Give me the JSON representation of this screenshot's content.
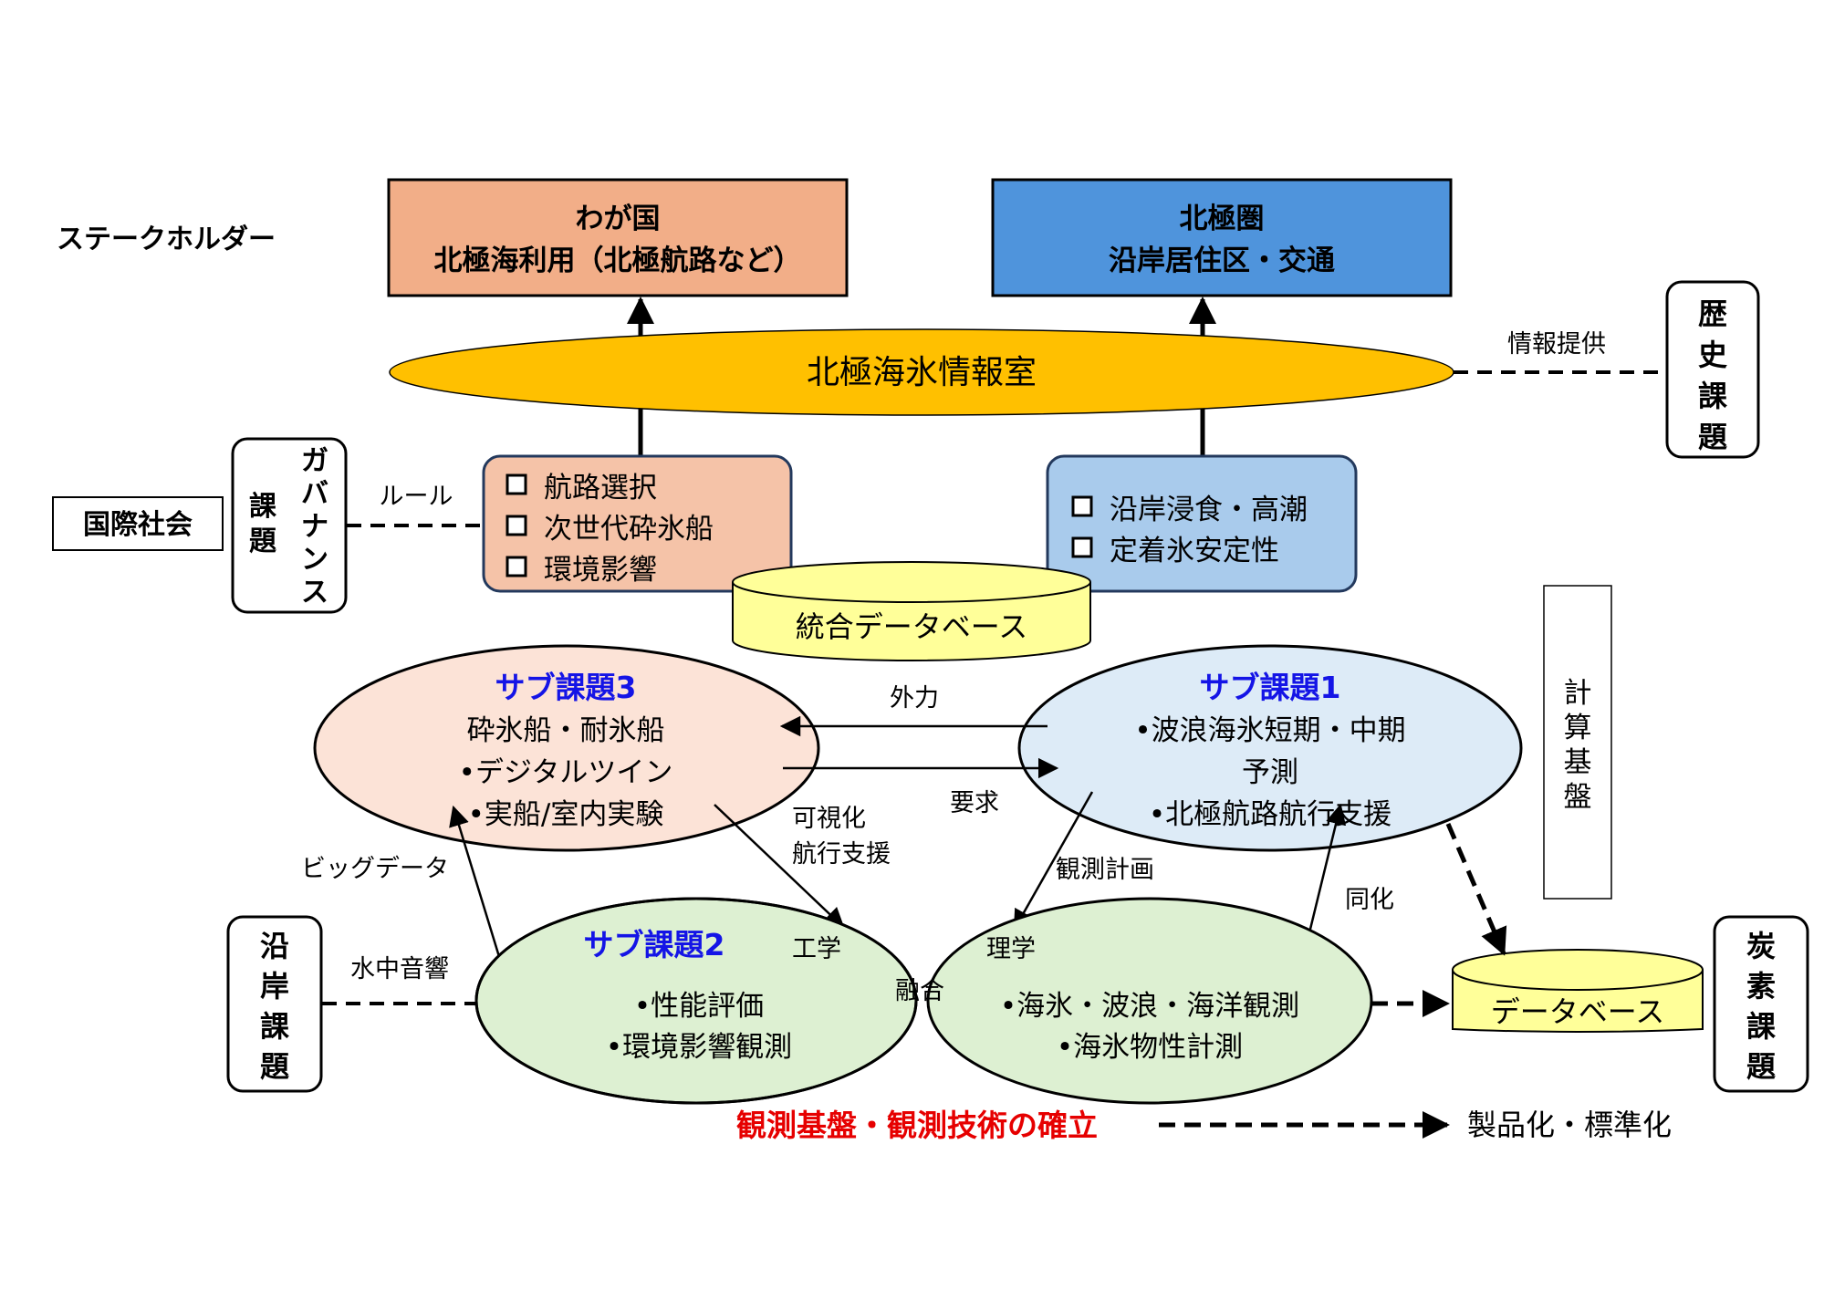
{
  "stakeholder_label": "ステークホルダー",
  "top_left_box": {
    "line1": "わが国",
    "line2": "北極海利用（北極航路など）"
  },
  "top_right_box": {
    "line1": "北極圏",
    "line2": "沿岸居住区・交通"
  },
  "center_ellipse": "北極海氷情報室",
  "info_provision": "情報提供",
  "history_box": [
    "歴",
    "史",
    "課",
    "題"
  ],
  "international_society": "国際社会",
  "governance_box": {
    "col_right": [
      "ガ",
      "バ",
      "ナ",
      "ン",
      "ス"
    ],
    "col_left": [
      "課",
      "題"
    ]
  },
  "rule_label": "ルール",
  "left_task_box": {
    "items": [
      "航路選択",
      "次世代砕氷船",
      "環境影響"
    ]
  },
  "right_task_box": {
    "items": [
      "沿岸浸食・高潮",
      "定着氷安定性"
    ]
  },
  "checkbox_icon": "square-checkbox-icon",
  "integrated_database": "統合データベース",
  "computing_infrastructure": [
    "計",
    "算",
    "基",
    "盤"
  ],
  "sub3": {
    "title": "サブ課題3",
    "lines": [
      "砕氷船・耐氷船",
      "•デジタルツイン",
      "•実船/室内実験"
    ]
  },
  "sub1": {
    "title": "サブ課題1",
    "lines": [
      "•波浪海氷短期・中期",
      "予測",
      "•北極航路航行支援"
    ]
  },
  "sub2": {
    "title": "サブ課題2",
    "lines": [
      "•性能評価",
      "•環境影響観測"
    ]
  },
  "science": {
    "lines": [
      "•海氷・波浪・海洋観測",
      "•海氷物性計測"
    ]
  },
  "labels": {
    "external_force": "外力",
    "request": "要求",
    "visualization": "可視化",
    "navigation_support": "航行支援",
    "big_data": "ビッグデータ",
    "observation_plan": "観測計画",
    "assimilation": "同化",
    "engineering": "工学",
    "fusion": "融合",
    "science": "理学",
    "underwater_acoustics": "水中音響",
    "database": "データベース"
  },
  "coastal_box": [
    "沿",
    "岸",
    "課",
    "題"
  ],
  "carbon_box": [
    "炭",
    "素",
    "課",
    "題"
  ],
  "bottom_red_label": "観測基盤・観測技術の確立",
  "product_label": "製品化・標準化",
  "colors": {
    "orange_box": "#F2AE88",
    "blue_box": "#4F94DC",
    "center_ellipse": "#FFC000",
    "left_task_fill": "#F5C3A8",
    "right_task_fill": "#A9CBEC",
    "db_fill": "#FFFF99",
    "sub3_fill": "#FCE3D7",
    "sub1_fill": "#DDEBF7",
    "sub2_fill": "#DDF0D2",
    "title_blue": "#1414E6",
    "red_label": "#E60000"
  }
}
